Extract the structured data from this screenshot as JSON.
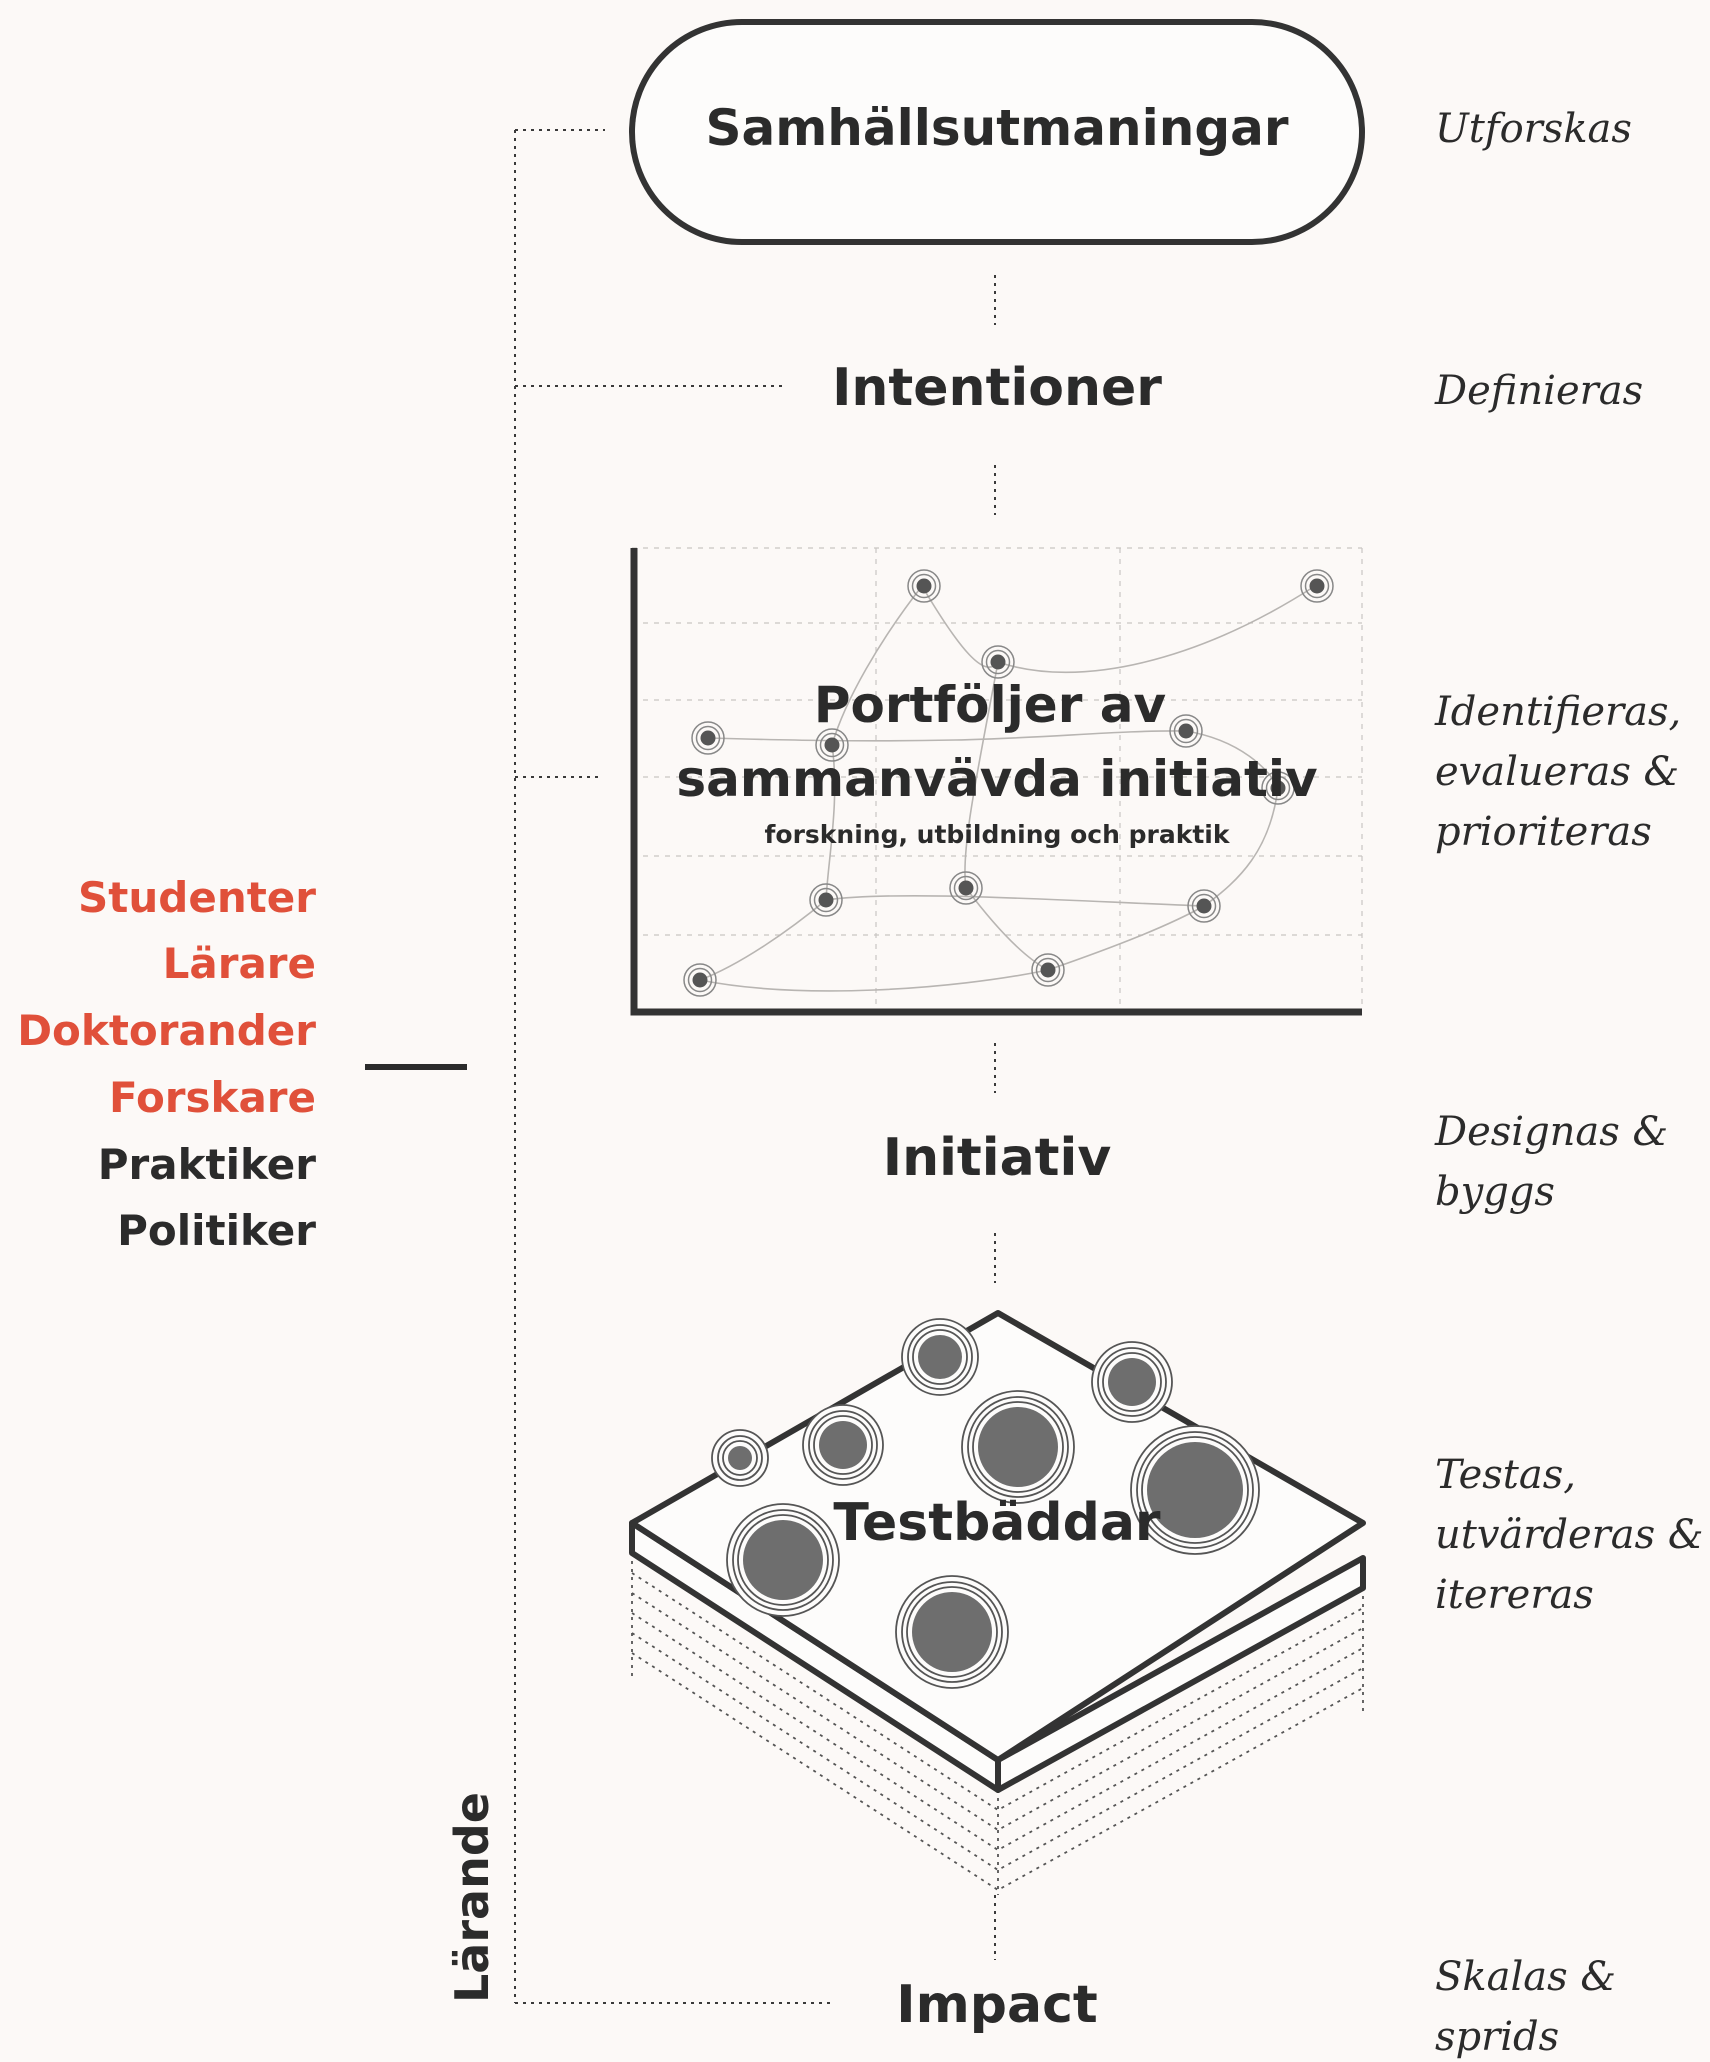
{
  "stages": [
    {
      "key": "challenges",
      "title": "Samhällsutmaningar",
      "action": [
        "Utforskas"
      ]
    },
    {
      "key": "intentions",
      "title": "Intentioner",
      "action": [
        "Definieras"
      ]
    },
    {
      "key": "portfolio",
      "title": [
        "Portföljer av",
        "sammanvävda initiativ"
      ],
      "subtitle": "forskning, utbildning och praktik",
      "action": [
        "Identifieras,",
        "evalueras &",
        "prioriteras"
      ]
    },
    {
      "key": "initiative",
      "title": "Initiativ",
      "action": [
        "Designas &",
        "byggs"
      ]
    },
    {
      "key": "testbeds",
      "title": "Testbäddar",
      "action": [
        "Testas,",
        "utvärderas &",
        "itereras"
      ]
    },
    {
      "key": "impact",
      "title": "Impact",
      "action": [
        "Skalas &",
        "sprids"
      ]
    }
  ],
  "roles": [
    {
      "label": "Studenter",
      "color": "#e0503a"
    },
    {
      "label": "Lärare",
      "color": "#e0503a"
    },
    {
      "label": "Doktorander",
      "color": "#e0503a"
    },
    {
      "label": "Forskare",
      "color": "#e0503a"
    },
    {
      "label": "Praktiker",
      "color": "#2b2b2b"
    },
    {
      "label": "Politiker",
      "color": "#2b2b2b"
    }
  ],
  "learning_label": "Lärande",
  "colors": {
    "background": "#fcf9f7",
    "ink": "#2b2b2b",
    "accent": "#e0503a",
    "node": "#6e6e6e"
  }
}
